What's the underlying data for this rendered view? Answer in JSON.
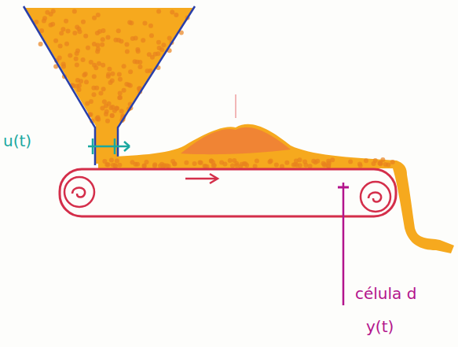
{
  "diagram": {
    "labels": [
      "u(t)",
      "célula d",
      "y(t)"
    ]
  }
}
